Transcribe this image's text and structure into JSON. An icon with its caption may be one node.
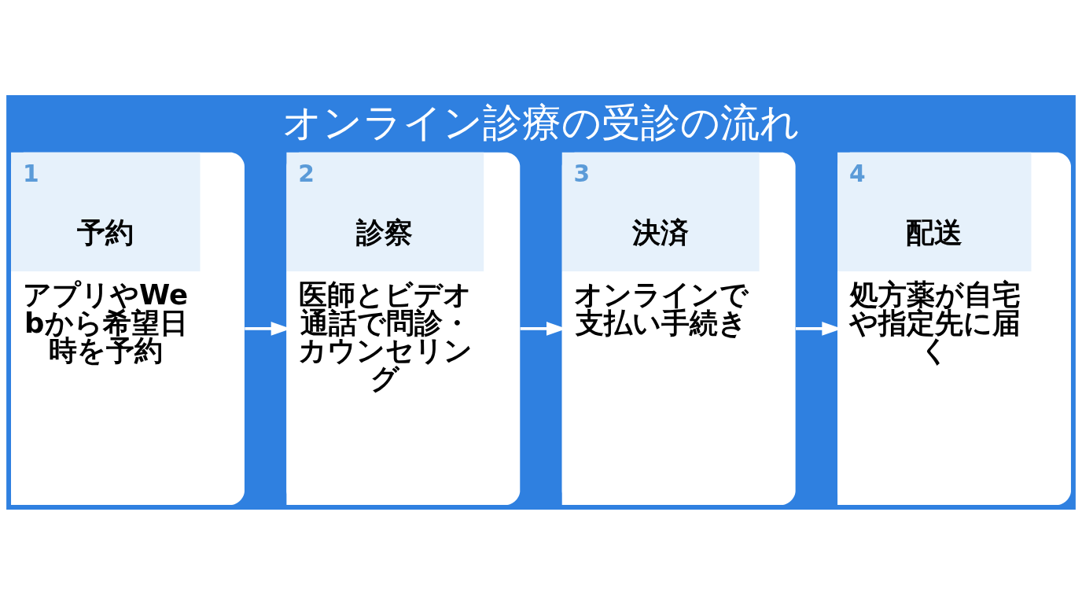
{
  "diagram": {
    "title": "オンライン診療の受診の流れ",
    "nodes": [
      {
        "text": [
          "1",
          "予約",
          "アプリやWebから希望日時を予約"
        ]
      },
      {
        "text": [
          "2",
          "診察",
          "医師とビデオ通話で問診・カウンセリング"
        ]
      },
      {
        "text": [
          "3",
          "決済",
          "オンラインで支払い手続き"
        ]
      },
      {
        "text": [
          "4",
          "配送",
          "処方薬が自宅や指定先に届く"
        ]
      }
    ],
    "edges": [
      {
        "from": 0,
        "to": 1,
        "arrow": "to"
      },
      {
        "from": 1,
        "to": 2,
        "arrow": "to"
      },
      {
        "from": 2,
        "to": 3,
        "arrow": "to"
      }
    ]
  }
}
